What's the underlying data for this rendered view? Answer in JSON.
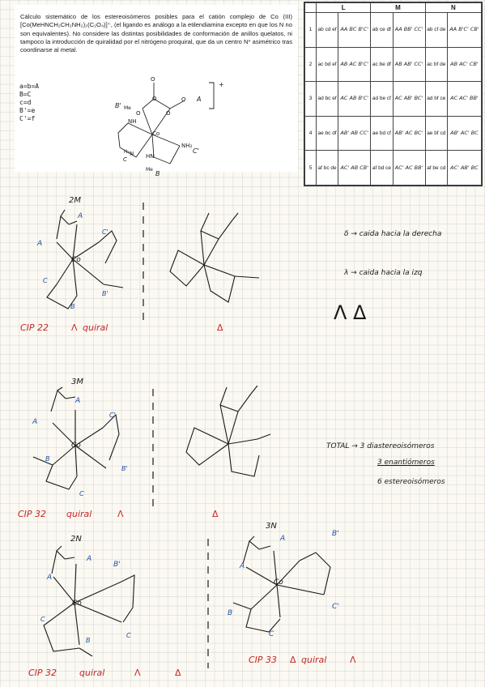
{
  "prompt": {
    "text": "Cálculo sistemático de los estereoisómeros posibles para el catión complejo de Co (III) [Co(MeHNCH₂CH₂NH₂)₂(C₂O₄)]⁺, (el ligando es análogo a la etilendiamina excepto en que los N no son equivalentes). No considere las distintas posibilidades de conformación de anillos quelatos, ni tampoco la introducción de quiralidad por el nitrógeno proquiral, que da un centro N* asimétrico tras coordinarse al metal.",
    "legend": [
      "a=b=A",
      "B=C",
      "c=d",
      "B'=e",
      "C'=f"
    ],
    "structure": {
      "charge": "+",
      "atoms": [
        "O",
        "O",
        "O",
        "O",
        "O",
        "A",
        "Me",
        "NH",
        "Co",
        "NH₂",
        "H₂",
        "N",
        "HN",
        "Me",
        "C",
        "B",
        "B'",
        "C'"
      ]
    }
  },
  "table": {
    "headers": [
      "",
      "L",
      "",
      "M",
      "",
      "N",
      ""
    ],
    "rows": [
      {
        "n": "1",
        "L": "ab cd ef",
        "Lh": "AA BC B'C'",
        "M": "ab ce df",
        "Mh": "AA BB' CC'",
        "N": "ab cf de",
        "Nh": "AA B'C' CB'"
      },
      {
        "n": "2",
        "L": "ac bd ef",
        "Lh": "AB AC B'C'",
        "M": "ac be df",
        "Mh": "AB AB' CC'",
        "N": "ac bf de",
        "Nh": "AB AC' CB'"
      },
      {
        "n": "3",
        "L": "ad bc ef",
        "Lh": "AC AB B'C'",
        "M": "ad be cf",
        "Mh": "AC AB' BC'",
        "N": "ad bf ce",
        "Nh": "AC AC' BB'"
      },
      {
        "n": "4",
        "L": "ae bc df",
        "Lh": "AB' AB CC'",
        "M": "ae bd cf",
        "Mh": "AB' AC BC'",
        "N": "ae bf cd",
        "Nh": "AB' AC' BC"
      },
      {
        "n": "5",
        "L": "af bc de",
        "Lh": "AC' AB CB'",
        "M": "af bd ce",
        "Mh": "AC' AC BB'",
        "N": "af be cd",
        "Nh": "AC' AB' BC"
      }
    ]
  },
  "isomers": {
    "i2M": {
      "title": "2M",
      "label": "CIP 22",
      "chiral": "quiral",
      "sym": "Λ",
      "mirror": "Δ"
    },
    "i3M": {
      "title": "3M",
      "label": "CIP 32",
      "chiral": "quiral",
      "sym": "Λ",
      "mirror": "Δ"
    },
    "i2N": {
      "title": "2N",
      "label": "CIP 32",
      "chiral": "quiral",
      "sym": "Λ",
      "mirror": "Δ"
    },
    "i3N": {
      "title": "3N",
      "label": "CIP 33",
      "chiral": "quiral",
      "sym": "Λ",
      "mirrorPrefix": "Δ"
    }
  },
  "notes": {
    "delta": "δ → caida hacia la derecha",
    "lambda": "λ → caida hacia la izq",
    "symbols": "Λ   Δ",
    "total": "TOTAL → 3 diastereoisómeros",
    "enant": "3 enantiómeros",
    "sum": "6 estereoisómeros"
  },
  "colors": {
    "red": "#c62828",
    "blue": "#1e4fa8",
    "ink": "#1a1a1a"
  }
}
